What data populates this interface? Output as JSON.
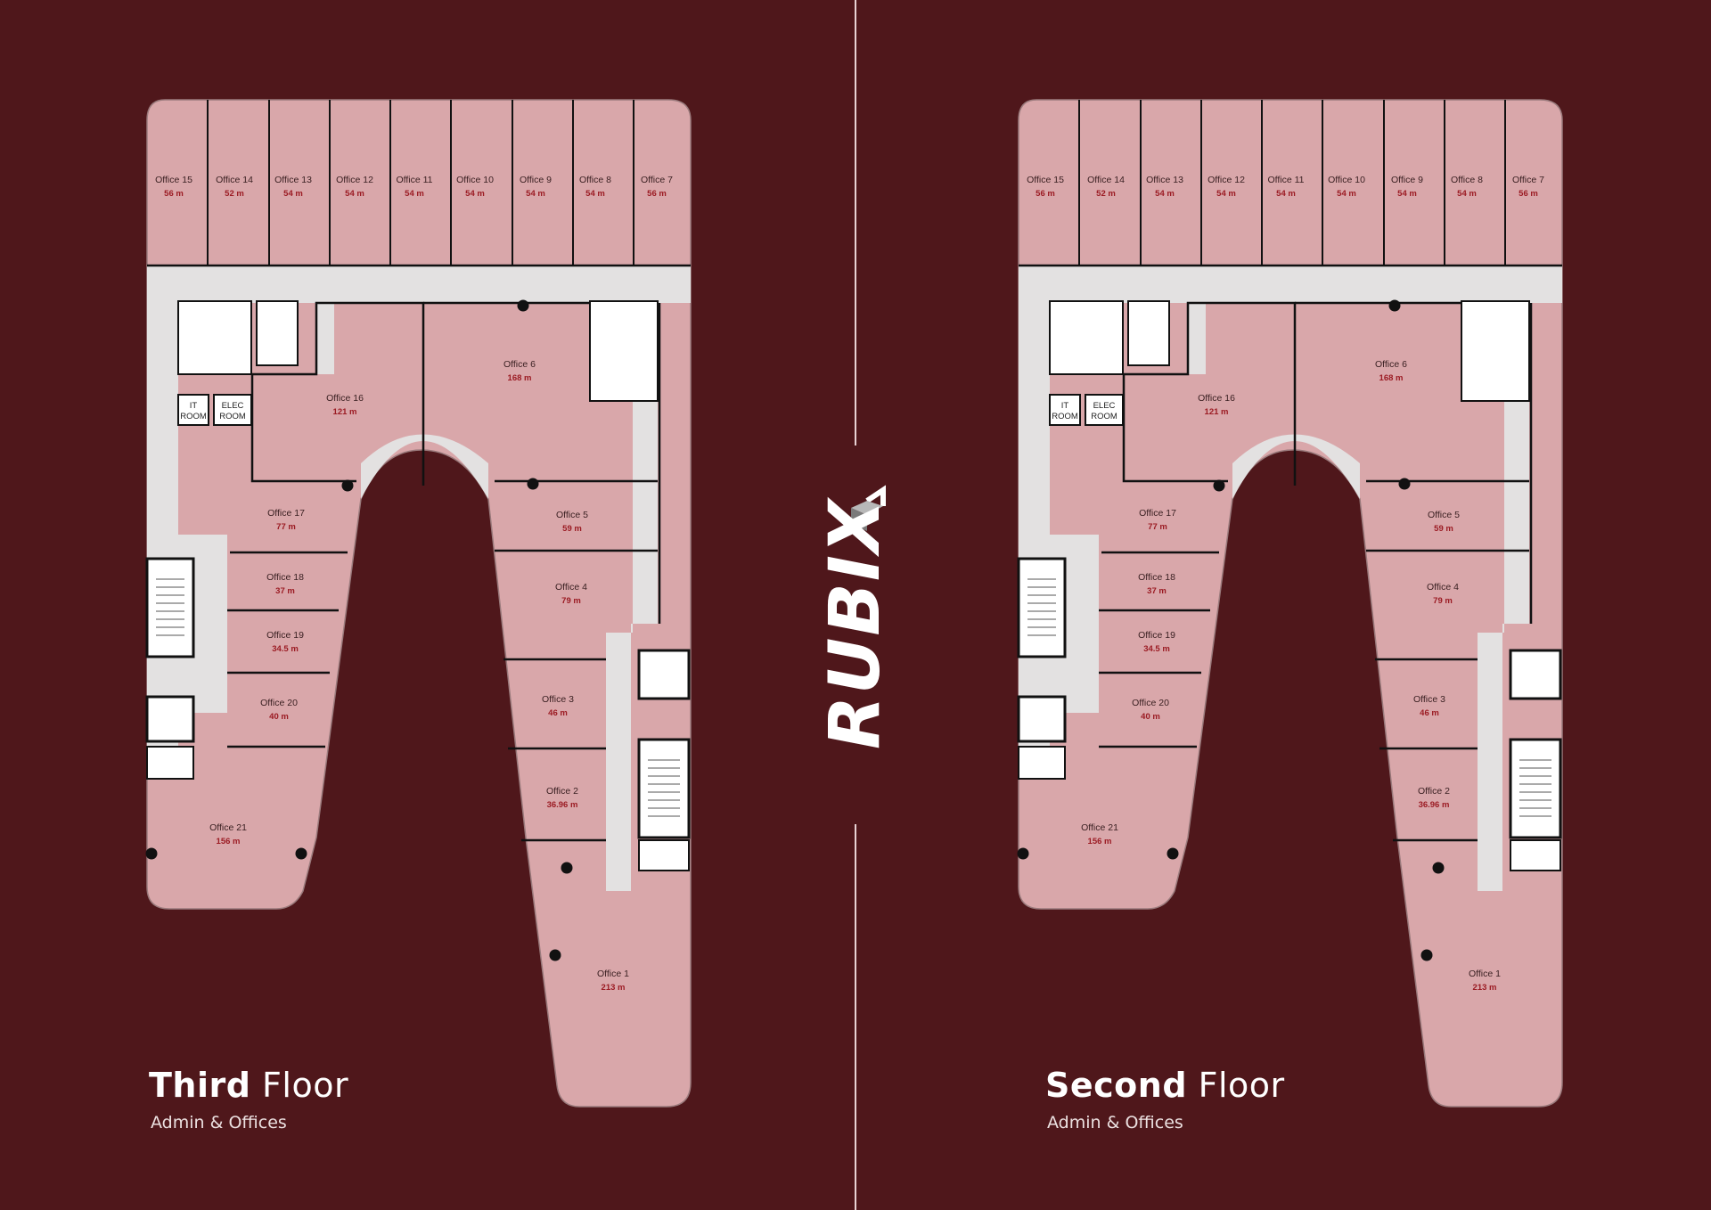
{
  "colors": {
    "background": "#4f171b",
    "room": "#d9a7aa",
    "corridor": "#e3e1e1",
    "wall": "#111111",
    "area_text": "#9b1b23",
    "title": "#ffffff"
  },
  "brand": {
    "logo_text": "RUBIX",
    "logo_icon": "cube-outline-icon"
  },
  "floors": [
    {
      "title_bold": "Third",
      "title_light": "Floor",
      "subtitle": "Admin & Offices",
      "service_rooms": {
        "it": [
          "IT",
          "ROOM"
        ],
        "elec": [
          "ELEC",
          "ROOM"
        ]
      },
      "offices": [
        {
          "name": "Office 15",
          "area": "56 m"
        },
        {
          "name": "Office 14",
          "area": "52 m"
        },
        {
          "name": "Office 13",
          "area": "54 m"
        },
        {
          "name": "Office 12",
          "area": "54 m"
        },
        {
          "name": "Office 11",
          "area": "54 m"
        },
        {
          "name": "Office 10",
          "area": "54 m"
        },
        {
          "name": "Office 9",
          "area": "54 m"
        },
        {
          "name": "Office 8",
          "area": "54 m"
        },
        {
          "name": "Office 7",
          "area": "56 m"
        },
        {
          "name": "Office 16",
          "area": "121 m"
        },
        {
          "name": "Office 6",
          "area": "168 m"
        },
        {
          "name": "Office 17",
          "area": "77 m"
        },
        {
          "name": "Office 5",
          "area": "59 m"
        },
        {
          "name": "Office 18",
          "area": "37 m"
        },
        {
          "name": "Office 4",
          "area": "79 m"
        },
        {
          "name": "Office 19",
          "area": "34.5 m"
        },
        {
          "name": "Office 20",
          "area": "40 m"
        },
        {
          "name": "Office 3",
          "area": "46 m"
        },
        {
          "name": "Office 2",
          "area": "36.96 m"
        },
        {
          "name": "Office 21",
          "area": "156 m"
        },
        {
          "name": "Office 1",
          "area": "213 m"
        }
      ]
    },
    {
      "title_bold": "Second",
      "title_light": "Floor",
      "subtitle": "Admin & Offices",
      "service_rooms": {
        "it": [
          "IT",
          "ROOM"
        ],
        "elec": [
          "ELEC",
          "ROOM"
        ]
      },
      "offices": [
        {
          "name": "Office 15",
          "area": "56 m"
        },
        {
          "name": "Office 14",
          "area": "52 m"
        },
        {
          "name": "Office 13",
          "area": "54 m"
        },
        {
          "name": "Office 12",
          "area": "54 m"
        },
        {
          "name": "Office 11",
          "area": "54 m"
        },
        {
          "name": "Office 10",
          "area": "54 m"
        },
        {
          "name": "Office 9",
          "area": "54 m"
        },
        {
          "name": "Office 8",
          "area": "54 m"
        },
        {
          "name": "Office 7",
          "area": "56 m"
        },
        {
          "name": "Office 16",
          "area": "121 m"
        },
        {
          "name": "Office 6",
          "area": "168 m"
        },
        {
          "name": "Office 17",
          "area": "77 m"
        },
        {
          "name": "Office 5",
          "area": "59 m"
        },
        {
          "name": "Office 18",
          "area": "37 m"
        },
        {
          "name": "Office 4",
          "area": "79 m"
        },
        {
          "name": "Office 19",
          "area": "34.5 m"
        },
        {
          "name": "Office 20",
          "area": "40 m"
        },
        {
          "name": "Office 3",
          "area": "46 m"
        },
        {
          "name": "Office 2",
          "area": "36.96 m"
        },
        {
          "name": "Office 21",
          "area": "156 m"
        },
        {
          "name": "Office 1",
          "area": "213 m"
        }
      ]
    }
  ]
}
